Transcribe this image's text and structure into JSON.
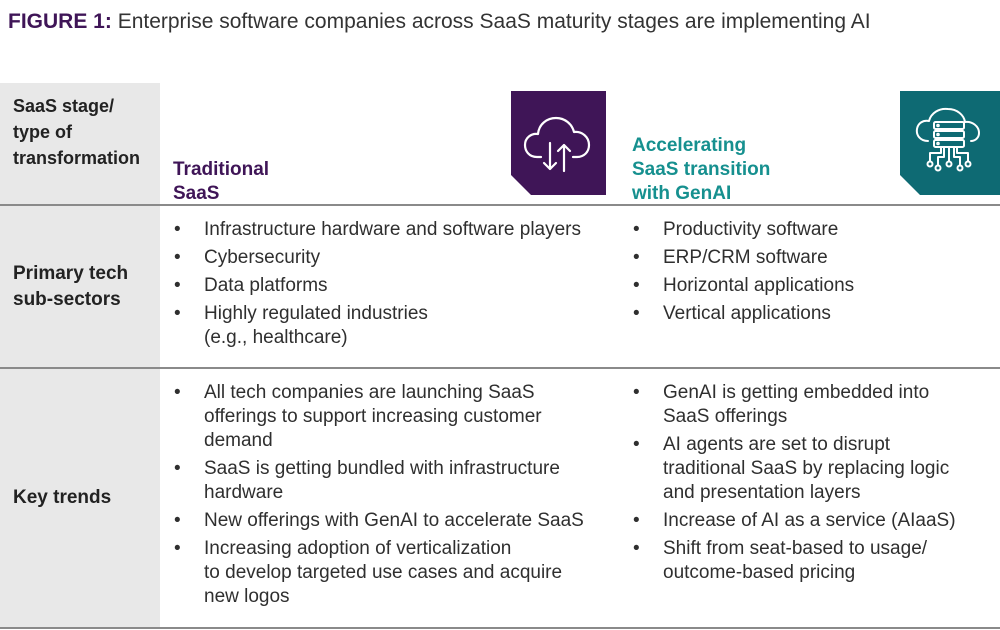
{
  "figure": {
    "label": "FIGURE 1:",
    "title": "Enterprise software companies across SaaS maturity stages are implementing AI"
  },
  "header": {
    "stub_lines": [
      "SaaS stage/",
      "type of",
      "transformation"
    ],
    "traditional": {
      "lines": [
        "Traditional",
        "SaaS"
      ],
      "icon": "cloud-upload-download-icon"
    },
    "accelerating": {
      "lines": [
        "Accelerating",
        "SaaS transition",
        "with GenAI"
      ],
      "icon": "server-circuit-icon"
    }
  },
  "rows": [
    {
      "stub_lines": [
        "Primary tech",
        "sub-sectors"
      ],
      "traditional": [
        [
          "Infrastructure hardware and software players"
        ],
        [
          "Cybersecurity"
        ],
        [
          "Data platforms"
        ],
        [
          "Highly regulated industries",
          "(e.g., healthcare)"
        ]
      ],
      "accelerating": [
        [
          "Productivity software"
        ],
        [
          "ERP/CRM software"
        ],
        [
          "Horizontal applications"
        ],
        [
          "Vertical applications"
        ]
      ]
    },
    {
      "stub_lines": [
        "Key trends"
      ],
      "traditional": [
        [
          "All tech companies are launching SaaS",
          "offerings to support increasing customer",
          "demand"
        ],
        [
          "SaaS is getting bundled with infrastructure",
          "hardware"
        ],
        [
          "New offerings with GenAI to accelerate SaaS"
        ],
        [
          "Increasing adoption of verticalization",
          "to develop targeted use cases and acquire",
          "new logos"
        ]
      ],
      "accelerating": [
        [
          "GenAI is getting embedded into",
          "SaaS offerings"
        ],
        [
          "AI agents are set to disrupt",
          "traditional SaaS by replacing logic",
          "and presentation layers"
        ],
        [
          "Increase of AI as a service (AIaaS)"
        ],
        [
          "Shift from seat-based to usage/",
          "outcome-based pricing"
        ]
      ]
    }
  ],
  "colors": {
    "traditional": "#3f1557",
    "accelerating_text": "#16908f",
    "accelerating_icon_bg": "#0e6a73",
    "stub_bg": "#e8e8e8"
  }
}
